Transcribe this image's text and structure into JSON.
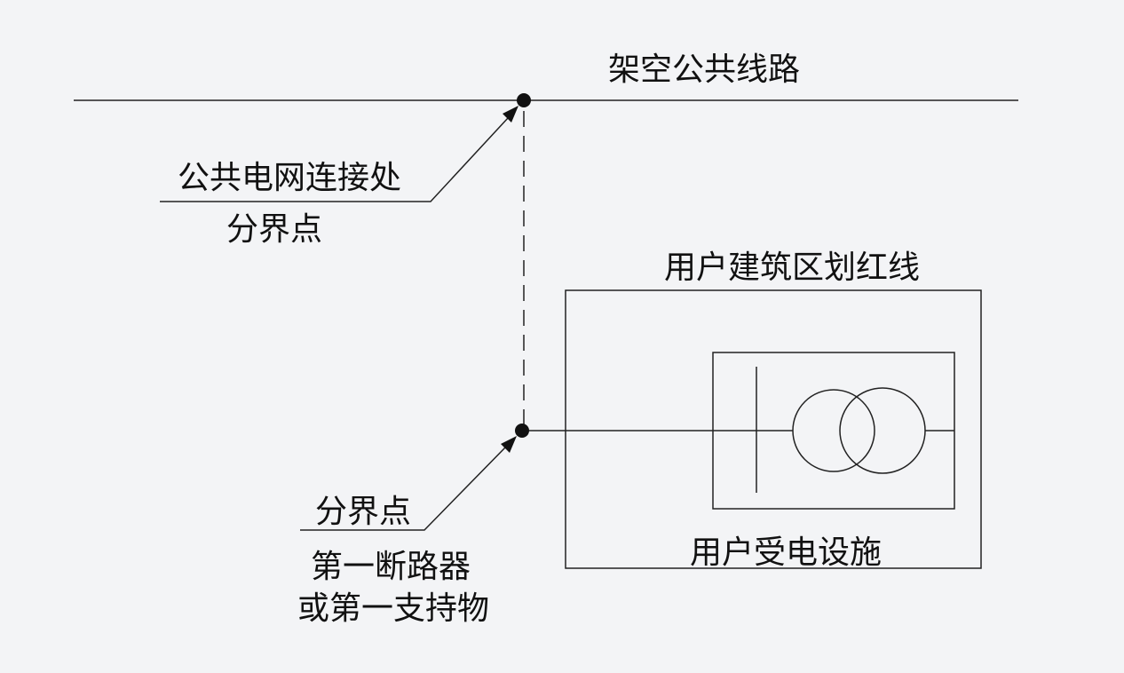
{
  "labels": {
    "overhead_line": "架空公共线路",
    "grid_connection": "公共电网连接处",
    "boundary_point_1": "分界点",
    "red_line": "用户建筑区划红线",
    "boundary_point_2": "分界点",
    "first_breaker": "第一断路器",
    "first_support": "或第一支持物",
    "user_facility": "用户受电设施"
  },
  "colors": {
    "line": "#222222",
    "background": "#f3f4f6"
  }
}
